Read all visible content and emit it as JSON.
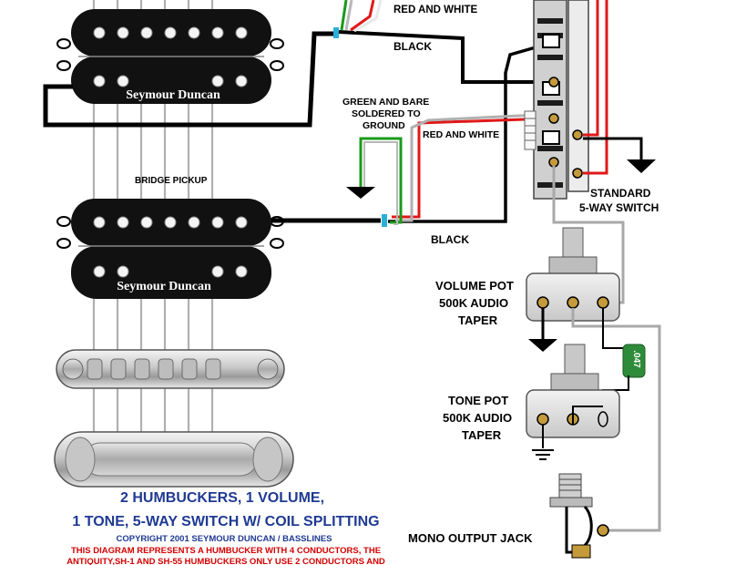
{
  "labels": {
    "top_red_white": "RED AND WHITE",
    "top_black": "BLACK",
    "green_bare_1": "GREEN AND BARE",
    "green_bare_2": "SOLDERED TO",
    "green_bare_3": "GROUND",
    "mid_red_white": "RED AND WHITE",
    "bridge_pickup": "BRIDGE PICKUP",
    "bottom_black": "BLACK",
    "switch_1": "STANDARD",
    "switch_2": "5-WAY SWITCH",
    "volume_1": "VOLUME POT",
    "volume_2": "500K AUDIO",
    "volume_3": "TAPER",
    "tone_1": "TONE POT",
    "tone_2": "500K AUDIO",
    "tone_3": "TAPER",
    "cap_value": ".047",
    "jack": "MONO OUTPUT JACK"
  },
  "pickups": {
    "neck_brand": "Seymour Duncan",
    "bridge_brand": "Seymour Duncan"
  },
  "title": {
    "line1": "2 HUMBUCKERS, 1 VOLUME,",
    "line2": "1 TONE, 5-WAY SWITCH W/ COIL SPLITTING"
  },
  "footer": {
    "copyright": "COPYRIGHT 2001 SEYMOUR DUNCAN / BASSLINES",
    "note1": "THIS DIAGRAM REPRESENTS A HUMBUCKER WITH 4 CONDUCTORS, THE",
    "note2": "ANTIQUITY,SH-1 AND SH-55 HUMBUCKERS ONLY USE 2 CONDUCTORS AND"
  },
  "colors": {
    "title": "#1f3a93",
    "note": "#d40000",
    "wire_red": "#e01818",
    "wire_green": "#1a9a1a",
    "wire_gray": "#a8a8a8",
    "cap_green": "#2e8b3a"
  }
}
